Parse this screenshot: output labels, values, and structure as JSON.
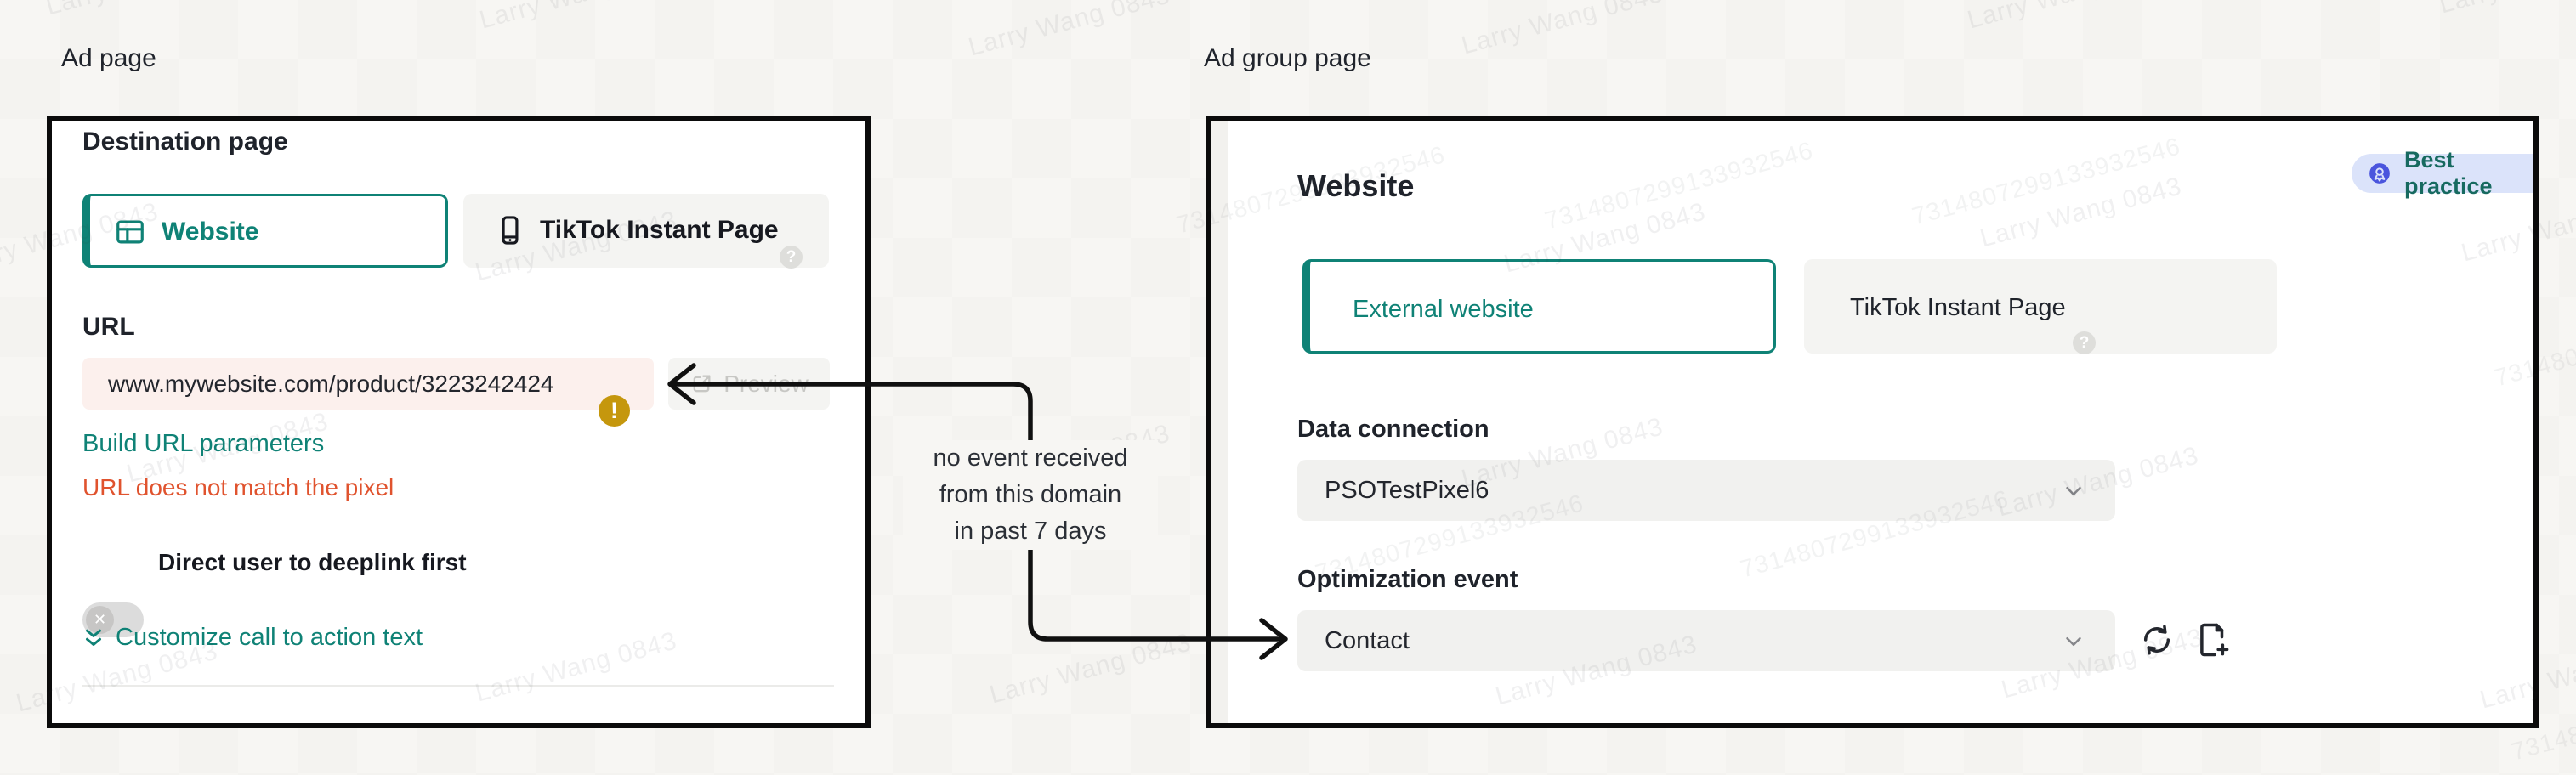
{
  "page": {
    "background": "#f7f6f3",
    "accent_teal": "#0f8276",
    "error_orange": "#e0532e",
    "warning_gold": "#c5970d",
    "badge_bg_blue": "#dbe3fa",
    "badge_icon_blue": "#4a55dd"
  },
  "left": {
    "section_label": "Ad page",
    "heading": "Destination page",
    "tabs": {
      "website": "Website",
      "instant_page": "TikTok Instant Page"
    },
    "url": {
      "label": "URL",
      "value": "www.mywebsite.com/product/3223242424"
    },
    "preview_label": "Preview",
    "build_url_link": "Build URL parameters",
    "error_message": "URL does not match the pixel",
    "deeplink": {
      "label": "Direct user to deeplink first",
      "state": "off"
    },
    "customize_link": "Customize call to action text"
  },
  "annotation": {
    "lines": [
      "no event received",
      "from this domain",
      "in past 7 days"
    ]
  },
  "right": {
    "section_label": "Ad group page",
    "heading": "Website",
    "badge_label": "Best practice",
    "tabs": {
      "external": "External website",
      "instant_page": "TikTok Instant Page"
    },
    "data_connection": {
      "label": "Data connection",
      "value": "PSOTestPixel6"
    },
    "optimization_event": {
      "label": "Optimization event",
      "value": "Contact"
    }
  },
  "watermarks": {
    "user": "Larry Wang 0843",
    "id_number": "7314807299133932546"
  }
}
